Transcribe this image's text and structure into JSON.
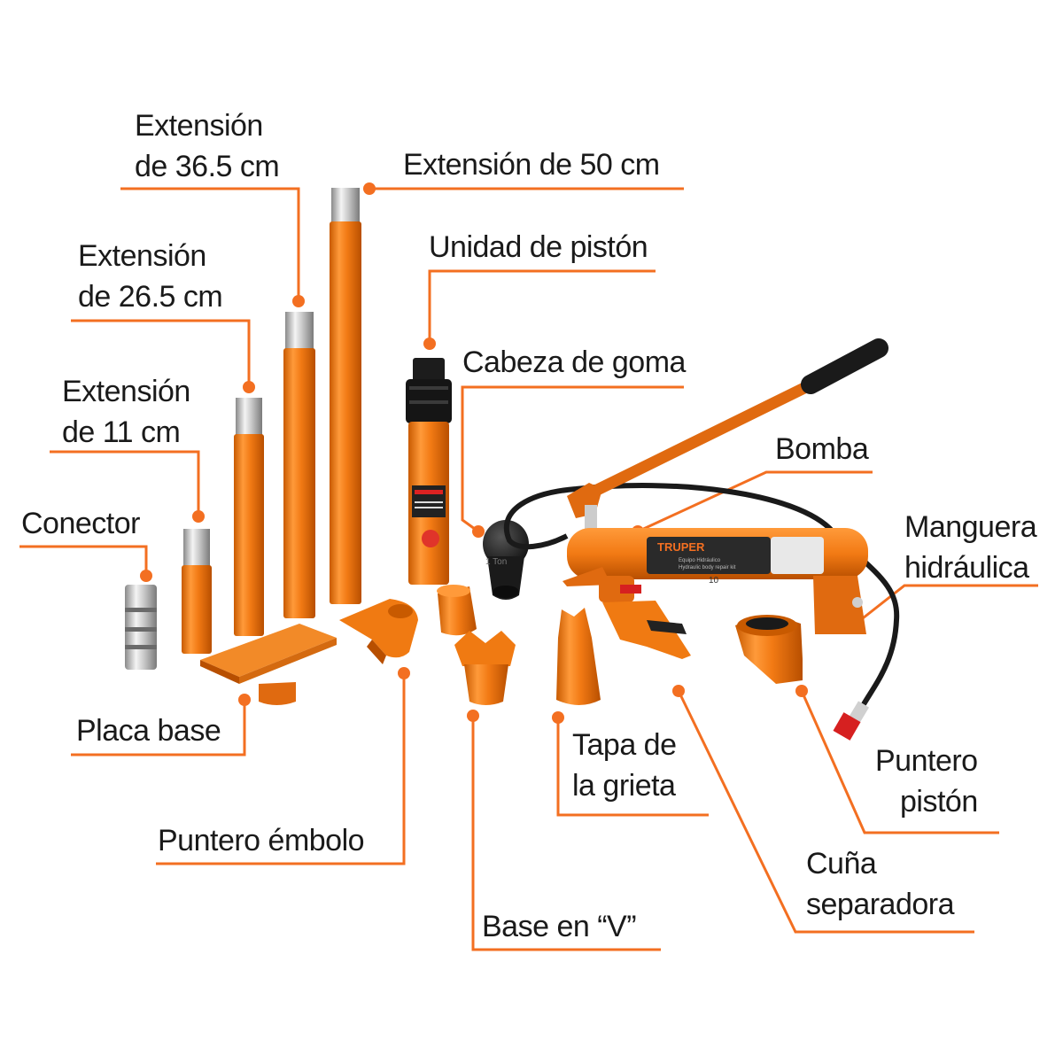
{
  "accent_color": "#f36f21",
  "part_color": "#f07a12",
  "labels": {
    "extension_36": [
      "Extensión",
      "de 36.5 cm"
    ],
    "extension_50": "Extensión de 50 cm",
    "extension_26": [
      "Extensión",
      "de 26.5 cm"
    ],
    "piston_unit": "Unidad de pistón",
    "rubber_head": "Cabeza de goma",
    "extension_11": [
      "Extensión",
      "de 11 cm"
    ],
    "pump": "Bomba",
    "connector": "Conector",
    "hose": [
      "Manguera",
      "hidráulica"
    ],
    "base_plate": "Placa base",
    "crack_cap": [
      "Tapa de",
      "la grieta"
    ],
    "piston_tip": [
      "Puntero",
      "pistón"
    ],
    "plunger_tip": "Puntero émbolo",
    "wedge": [
      "Cuña",
      "separadora"
    ],
    "v_base": "Base en “V”"
  },
  "product": {
    "brand": "TRUPER",
    "pump_label_line1": "Equipo Hidráulico",
    "pump_label_line2": "Hydraulic body repair kit",
    "pump_capacity": "10",
    "rubber_head_marking": "1 Ton"
  }
}
